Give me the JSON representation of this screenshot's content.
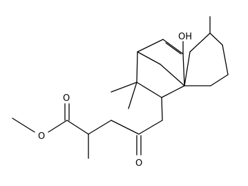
{
  "molecule": {
    "atom_labels": {
      "hydroxyl": "OH",
      "ester_carbonyl_oxygen": "O",
      "ester_oxygen": "O",
      "ketone_oxygen": "O"
    },
    "colors": {
      "bond": "#000000",
      "background": "#ffffff"
    }
  }
}
